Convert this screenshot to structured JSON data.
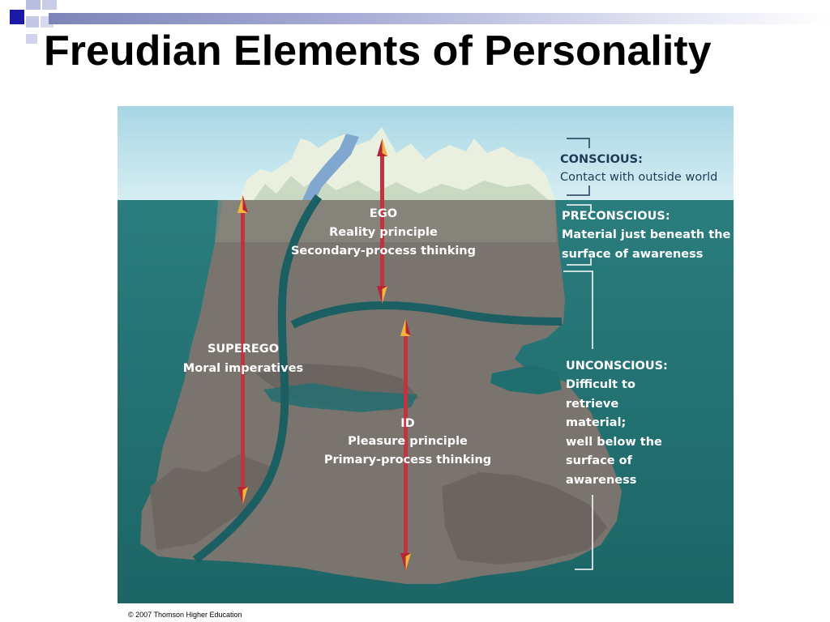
{
  "slide": {
    "title": "Freudian Elements of Personality",
    "credit": "© 2007 Thomson Higher Education"
  },
  "diagram": {
    "structures": {
      "ego": {
        "name": "EGO",
        "lines": [
          "Reality principle",
          "Secondary-process thinking"
        ]
      },
      "superego": {
        "name": "SUPEREGO",
        "lines": [
          "Moral imperatives"
        ]
      },
      "id": {
        "name": "ID",
        "lines": [
          "Pleasure principle",
          "Primary-process thinking"
        ]
      }
    },
    "levels": {
      "conscious": {
        "name": "CONSCIOUS:",
        "lines": [
          "Contact with outside world"
        ]
      },
      "preconscious": {
        "name": "PRECONSCIOUS:",
        "lines": [
          "Material just beneath the",
          "surface of awareness"
        ]
      },
      "unconscious": {
        "name": "UNCONSCIOUS:",
        "lines": [
          "Difficult to",
          "retrieve",
          "material;",
          "well below the",
          "surface of",
          "awareness"
        ]
      }
    },
    "colors": {
      "sky": "#b6dfe9",
      "sea": "#1f6f70",
      "rock": "#7b7570",
      "ice": "#e8f0dc",
      "boundary": "#1c5f63",
      "arrow_shaft": "#c2323f",
      "arrow_head_red": "#b42636",
      "arrow_head_gold": "#f3b53b"
    }
  }
}
